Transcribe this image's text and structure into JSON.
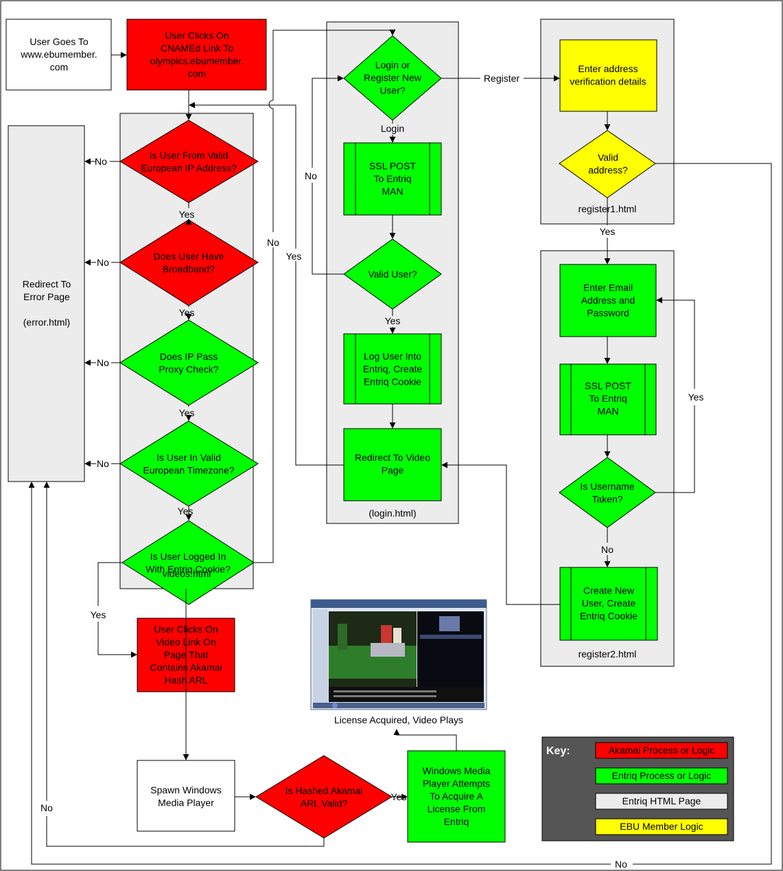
{
  "nodes": {
    "start": [
      "User Goes To",
      "www.ebumember.",
      "com"
    ],
    "cname_click": [
      "User Clicks On",
      "CNAMEd Link To",
      "olympics.ebumember.",
      "com"
    ],
    "error_page": [
      "Redirect To",
      "Error Page",
      "",
      "(error.html)"
    ],
    "valid_ip": [
      "Is User From Valid",
      "European IP Address?"
    ],
    "broadband": [
      "Does User Have",
      "Broadband?"
    ],
    "proxy": [
      "Does IP Pass",
      "Proxy Check?"
    ],
    "timezone": [
      "Is User In Valid",
      "European Timezone?"
    ],
    "logged_in": [
      "Is User Logged In",
      "With Entriq Cookie?"
    ],
    "video_link": [
      "User Clicks On",
      "Video Link On",
      "Page That",
      "Contains Akamai",
      "Hash ARL"
    ],
    "login_or_register": [
      "Login or",
      "Register New",
      "User?"
    ],
    "ssl_post_login": [
      "SSL POST",
      "To Entriq",
      "MAN"
    ],
    "valid_user": [
      "Valid User?"
    ],
    "log_user_in": [
      "Log User Into",
      "Entriq, Create",
      "Entriq Cookie"
    ],
    "redirect_video": [
      "Redirect To Video",
      "Page"
    ],
    "address_details": [
      "Enter address",
      "verification details"
    ],
    "valid_address": [
      "Valid",
      "address?"
    ],
    "email_password": [
      "Enter Email",
      "Address and",
      "Password"
    ],
    "ssl_post_register": [
      "SSL POST",
      "To Entriq",
      "MAN"
    ],
    "username_taken": [
      "Is Username",
      "Taken?"
    ],
    "create_user": [
      "Create New",
      "User, Create",
      "Entriq Cookie"
    ],
    "spawn_wmp": [
      "Spawn Windows",
      "Media Player"
    ],
    "hashed_arl": [
      "Is Hashed Akamai",
      "ARL Valid?"
    ],
    "acquire_license": [
      "Windows Media",
      "Player Attempts",
      "To Acquire A",
      "License From",
      "Entriq"
    ]
  },
  "page_labels": {
    "videos": "videos.html",
    "login": "(login.html)",
    "register1": "register1.html",
    "register2": "register2.html"
  },
  "caption": "License Acquired, Video Plays",
  "edge_labels": {
    "yes": "Yes",
    "no": "No",
    "login": "Login",
    "register": "Register"
  },
  "key": {
    "title": "Key:",
    "items": [
      {
        "label": "Akamai Process or Logic",
        "color": "#ff0000"
      },
      {
        "label": "Entriq Process or Logic",
        "color": "#00ff00"
      },
      {
        "label": "Entriq HTML Page",
        "color": "#ececec"
      },
      {
        "label": "EBU Member Logic",
        "color": "#ffff00"
      }
    ]
  },
  "colors": {
    "akamai": "#ff0000",
    "entriq": "#00ff00",
    "html_page": "#ececec",
    "ebu": "#ffff00",
    "key_background": "#555555"
  },
  "icons": {
    "player_screenshot": "media-player-screenshot"
  }
}
